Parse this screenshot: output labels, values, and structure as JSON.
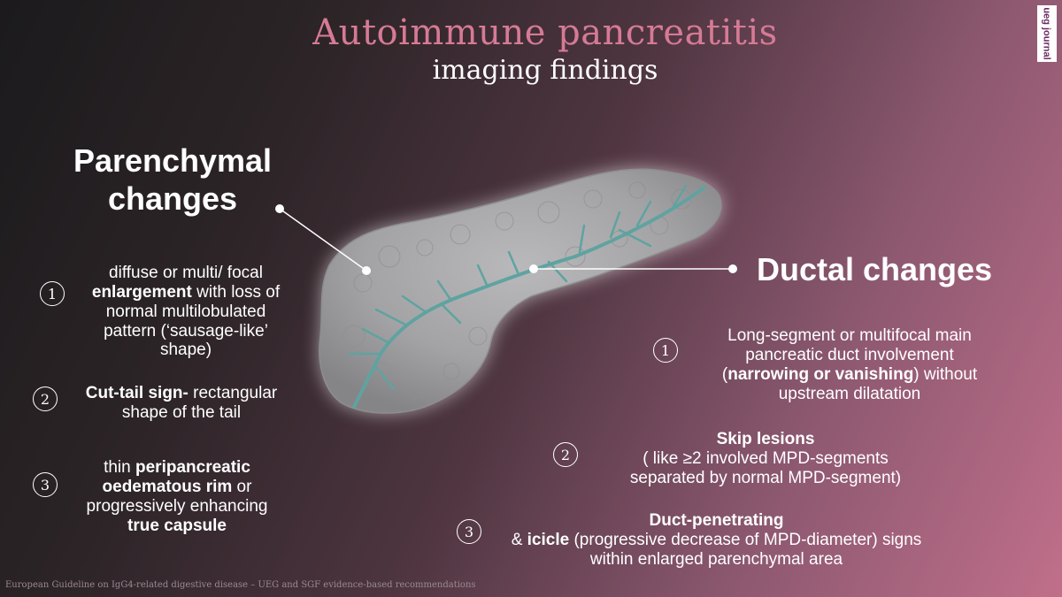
{
  "header": {
    "title": "Autoimmune pancreatitis",
    "subtitle": "imaging  findings"
  },
  "logo": {
    "text": "ueg journal"
  },
  "parenchymal": {
    "heading_line1": "Parenchymal",
    "heading_line2": "changes",
    "items": [
      {
        "number": "1",
        "l1": "diffuse  or multi/ focal",
        "l2b": "enlargement",
        "l2": " with loss of",
        "l3": "normal multilobulated",
        "l4": "pattern (‘sausage-like’",
        "l5": "shape)"
      },
      {
        "number": "2",
        "l1b": "Cut-tail sign-",
        "l1": " rectangular",
        "l2": "shape of the tail"
      },
      {
        "number": "3",
        "l1": "thin ",
        "l1b": "peripancreatic",
        "l2b": "oedematous rim",
        "l2": " or",
        "l3": "progressively enhancing",
        "l4b": "true capsule"
      }
    ]
  },
  "ductal": {
    "heading": "Ductal changes",
    "items": [
      {
        "number": "1",
        "l1": "Long-segment  or  multifocal main",
        "l2": "pancreatic duct involvement",
        "l3a": "(",
        "l3b": "narrowing or vanishing",
        "l3": ") without",
        "l4": "upstream dilatation"
      },
      {
        "number": "2",
        "l1b": "Skip lesions",
        "l2": "( like ≥2 involved MPD-segments",
        "l3": "separated by normal MPD-segment)"
      },
      {
        "number": "3",
        "l1b": "Duct-penetrating",
        "l2a": "& ",
        "l2b": "icicle",
        "l2": " (progressive decrease of MPD-diameter) signs",
        "l3": "within enlarged parenchymal area"
      }
    ]
  },
  "footnote": "European Guideline on IgG4-related digestive disease – UEG and SGF evidence-based recommendations",
  "colors": {
    "title": "#d67a95",
    "duct": "#5fa3a0",
    "pancreas": "#a7a7a9",
    "glow": "#ffffff"
  }
}
